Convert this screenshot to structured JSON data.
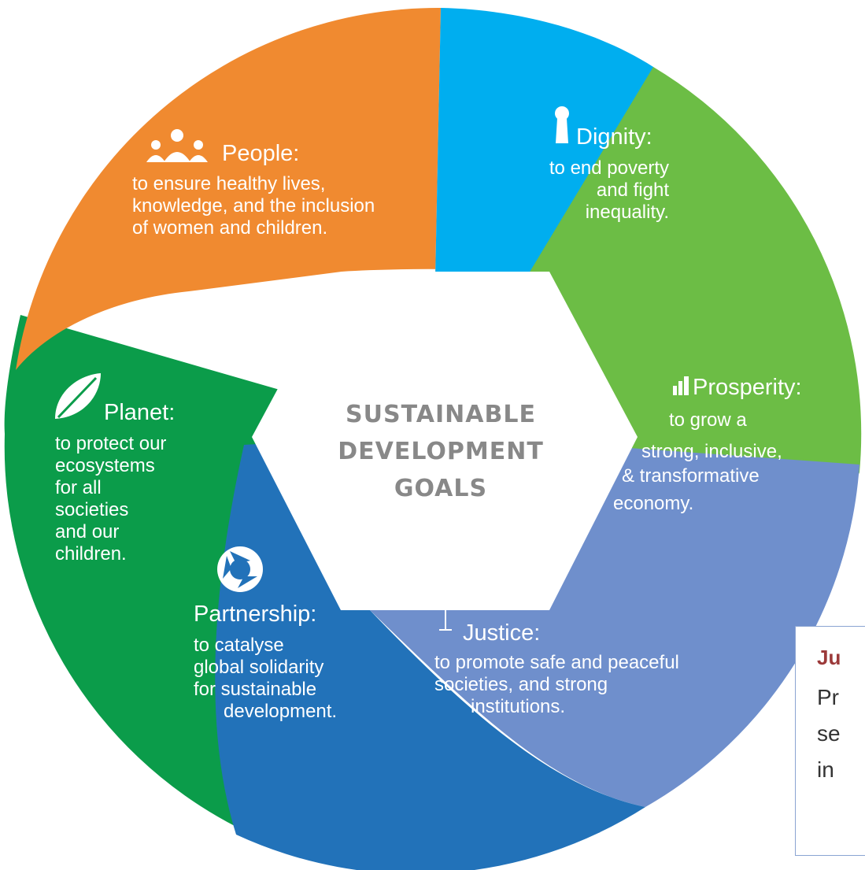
{
  "center_title": [
    "SUSTAINABLE",
    "DEVELOPMENT",
    "GOALS"
  ],
  "segments": {
    "dignity": {
      "title": "Dignity:",
      "text": [
        "to end poverty",
        "and fight",
        "inequality."
      ],
      "color": "#00aeef",
      "icon": "person-icon"
    },
    "prosperity": {
      "title": "Prosperity:",
      "text": [
        "to grow a",
        "strong, inclusive,",
        "& transformative",
        "economy."
      ],
      "color": "#6cbd45",
      "icon": "bar-chart-icon"
    },
    "justice": {
      "title": "Justice:",
      "text": [
        "to promote safe and peaceful",
        "societies, and strong",
        "institutions."
      ],
      "color": "#6f8fcc",
      "icon": "scales-icon"
    },
    "partnership": {
      "title": "Partnership:",
      "text": [
        "to catalyse",
        "global solidarity",
        "for sustainable",
        "development."
      ],
      "color": "#2272b9",
      "icon": "recycle-arrows-icon"
    },
    "planet": {
      "title": "Planet:",
      "text": [
        "to protect our",
        "ecosystems",
        "for all",
        "societies",
        "and our",
        "children."
      ],
      "color": "#0b9c4a",
      "icon": "leaf-icon"
    },
    "people": {
      "title": "People:",
      "text": [
        "to ensure healthy lives,",
        "knowledge, and the inclusion",
        "of women and children."
      ],
      "color": "#f08a30",
      "icon": "people-icon"
    }
  },
  "popup": {
    "title": "Ju",
    "lines": [
      "Pr",
      "se",
      "in"
    ],
    "title_color": "#9c3a3a"
  },
  "colors": {
    "center_text": "#888888",
    "segment_text": "#ffffff"
  }
}
